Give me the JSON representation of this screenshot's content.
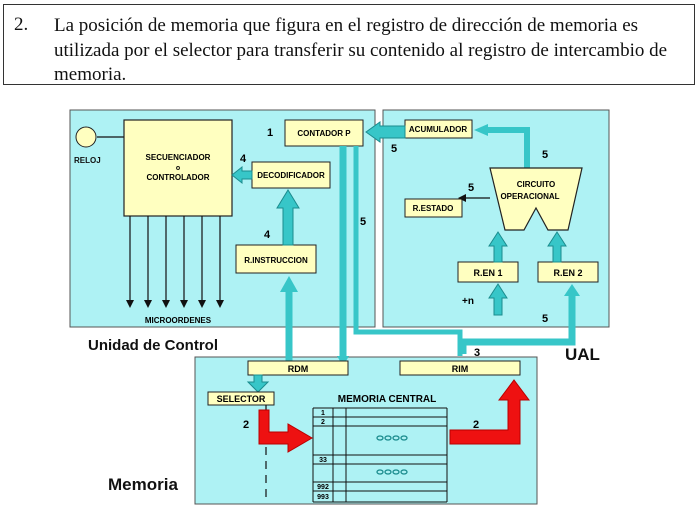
{
  "caption": {
    "number": "2.",
    "text": "La posición de memoria que figura en el registro de dirección de memoria es utilizada por el selector para transferir su contenido al registro de intercambio de memoria."
  },
  "control_unit": {
    "title": "Unidad de Control",
    "clock": "RELOJ",
    "sequencer": [
      "SECUENCIADOR",
      "o",
      "CONTROLADOR"
    ],
    "program_counter": "CONTADOR P",
    "decoder": "DECODIFICADOR",
    "instruction_register": "R.INSTRUCCION",
    "microorders": "MICROORDENES"
  },
  "alu": {
    "title": "UAL",
    "accumulator": "ACUMULADOR",
    "operational_circuit": [
      "CIRCUITO",
      "OPERACIONAL"
    ],
    "status_register": "R.ESTADO",
    "input_register_1": "R.EN 1",
    "input_register_2": "R.EN 2",
    "plus_n": "+n"
  },
  "memory": {
    "title": "Memoria",
    "rdm": "RDM",
    "rim": "RIM",
    "selector": "SELECTOR",
    "central_memory": "MEMORIA CENTRAL",
    "addresses": [
      "1",
      "2",
      "33",
      "992",
      "993"
    ]
  },
  "step_labels": {
    "pc": "1",
    "decoder_left": "4",
    "decoder_up": "4",
    "acc_down": "5",
    "acc_right": "5",
    "vertical_bus": "5",
    "circuit_status": "5",
    "bottom_right": "5",
    "rim": "3",
    "selector_left": "2",
    "memory_right": "2"
  },
  "colors": {
    "panel": "#aef2f4",
    "box": "#ffffc0",
    "arrow": "#37c6c8",
    "red_arrow": "#ee1111"
  }
}
